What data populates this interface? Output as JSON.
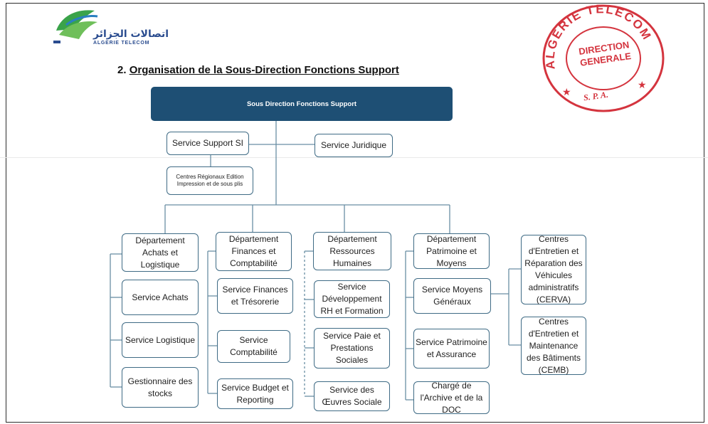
{
  "logo": {
    "arabic_text": "اتصالات الجزائر",
    "latin_text": "ALGERIE TELECOM"
  },
  "title": {
    "number": "2.",
    "text": "Organisation de la Sous-Direction Fonctions Support"
  },
  "stamp": {
    "ring_text": "ALGERIE TELECOM",
    "center_line1": "DIRECTION",
    "center_line2": "GENERALE",
    "bottom_text": "S. P. A."
  },
  "org": {
    "root": "Sous Direction Fonctions Support",
    "service_support_si": "Service Support SI",
    "service_juridique": "Service Juridique",
    "centres_regionaux": "Centres Régionaux Edition Impression et de sous plis",
    "departments": [
      {
        "label": "Département Achats et Logistique",
        "services": [
          "Service Achats",
          "Service Logistique",
          "Gestionnaire des stocks"
        ]
      },
      {
        "label": "Département Finances et Comptabilité",
        "services": [
          "Service Finances et Trésorerie",
          "Service Comptabilité",
          "Service Budget et Reporting"
        ]
      },
      {
        "label": "Département Ressources Humaines",
        "services": [
          "Service Développement RH et Formation",
          "Service Paie et Prestations Sociales",
          "Service des Œuvres Sociale"
        ]
      },
      {
        "label": "Département Patrimoine et Moyens",
        "services": [
          "Service Moyens Généraux",
          "Service Patrimoine et Assurance",
          "Chargé de l'Archive et de la DOC"
        ]
      }
    ],
    "centres": [
      "Centres d'Entretien et Réparation des Véhicules administratifs (CERVA)",
      "Centres d'Entretien et Maintenance des Bâtiments (CEMB)"
    ]
  },
  "colors": {
    "header_fill": "#1e4f74",
    "box_border": "#3f6b85",
    "stamp_red": "#d4343e",
    "logo_blue": "#2a4c8f",
    "logo_green": "#3aa34a"
  }
}
